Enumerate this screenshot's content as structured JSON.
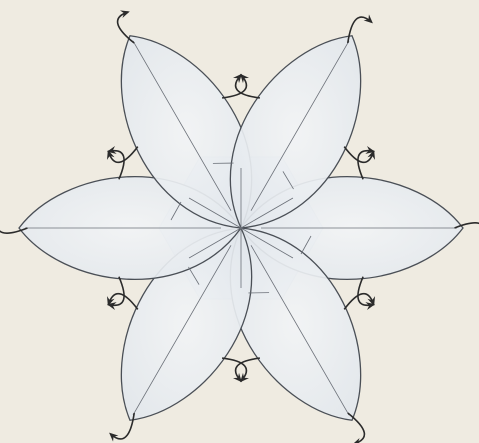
{
  "diagram": {
    "petal_count": 6,
    "arrows_per_petal": 3,
    "colors": {
      "background": "#efebe1",
      "petal_fill": "#e8ecf0",
      "petal_stroke": "#4a4f56",
      "center_fill": "#d6dde5",
      "crease": "#6b7078",
      "arrow": "#2b2b2b"
    },
    "icons": {
      "arrow": "curved-arrow-icon",
      "petal": "petal-flap"
    }
  }
}
